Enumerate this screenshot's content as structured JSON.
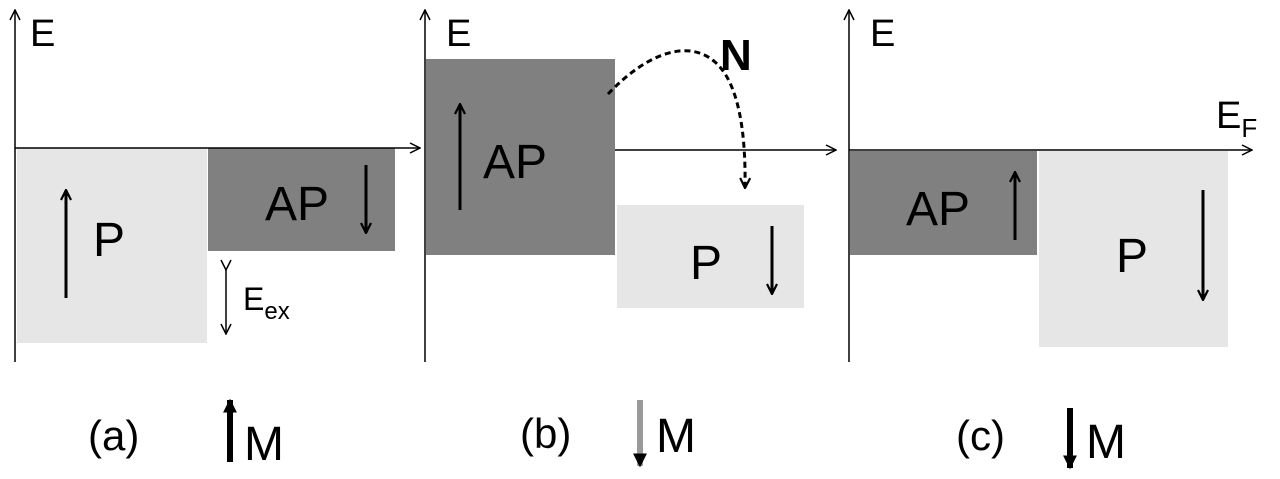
{
  "colors": {
    "light_box": "#e6e6e6",
    "dark_box": "#808080",
    "axis": "#000000",
    "arrow_black": "#000000",
    "arrow_gray": "#999999"
  },
  "panels": [
    {
      "energy_axis_label": "E",
      "boxes": [
        {
          "label": "P",
          "spin": "up",
          "shade": "light"
        },
        {
          "label": "AP",
          "spin": "down",
          "shade": "dark"
        }
      ],
      "gap_label_main": "E",
      "gap_label_sub": "ex",
      "caption": "(a)",
      "magnetization_label": "M",
      "magnetization_direction": "up",
      "magnetization_color": "black"
    },
    {
      "energy_axis_label": "E",
      "boxes": [
        {
          "label": "AP",
          "spin": "up",
          "shade": "dark"
        },
        {
          "label": "P",
          "spin": "down",
          "shade": "light"
        }
      ],
      "transfer_label": "N",
      "caption": "(b)",
      "magnetization_label": "M",
      "magnetization_direction": "down",
      "magnetization_color": "gray"
    },
    {
      "energy_axis_label": "E",
      "fermi_label_main": "E",
      "fermi_label_sub": "F",
      "boxes": [
        {
          "label": "AP",
          "spin": "up",
          "shade": "dark"
        },
        {
          "label": "P",
          "spin": "down",
          "shade": "light"
        }
      ],
      "caption": "(c)",
      "magnetization_label": "M",
      "magnetization_direction": "down",
      "magnetization_color": "black"
    }
  ]
}
